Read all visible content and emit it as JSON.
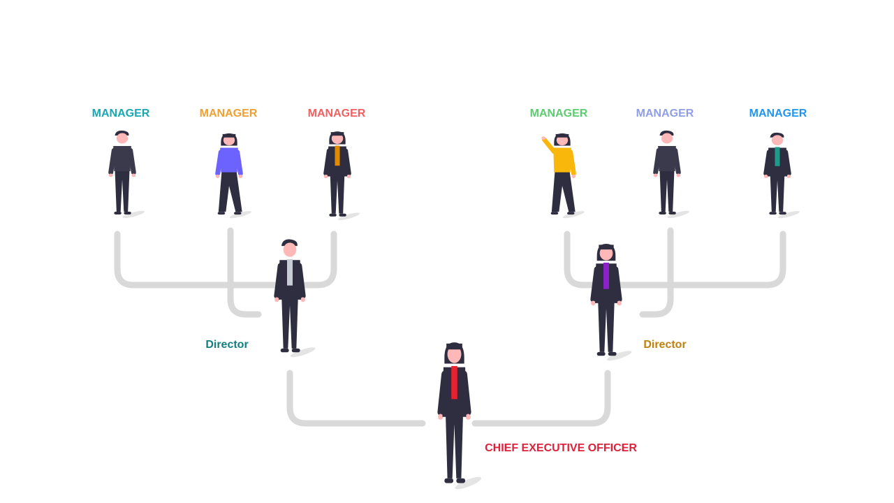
{
  "connector_color": "#d9d9d9",
  "managers": [
    {
      "label": "MANAGER",
      "color": "#17a8b4",
      "shirt": "#3b3a4d",
      "style": "man"
    },
    {
      "label": "MANAGER",
      "color": "#f0a030",
      "shirt": "#6c63ff",
      "style": "woman-wide"
    },
    {
      "label": "MANAGER",
      "color": "#f06060",
      "shirt": "#e08a00",
      "style": "woman-suit"
    },
    {
      "label": "MANAGER",
      "color": "#5dcc70",
      "shirt": "#f8b70a",
      "style": "woman-wave"
    },
    {
      "label": "MANAGER",
      "color": "#8f9ee6",
      "shirt": "#3b3a4d",
      "style": "man"
    },
    {
      "label": "MANAGER",
      "color": "#2196f0",
      "shirt": "#1f9a8a",
      "style": "man-suit"
    }
  ],
  "directors": [
    {
      "label": "Director",
      "color": "#0f7f80",
      "shirt": "#c8ccd4",
      "style": "man-suit"
    },
    {
      "label": "Director",
      "color": "#c0800c",
      "shirt": "#8a22c8",
      "style": "woman-suit"
    }
  ],
  "ceo": {
    "label": "CHIEF EXECUTIVE OFFICER",
    "color": "#e0203a",
    "shirt": "#e8202f",
    "style": "woman-suit"
  }
}
